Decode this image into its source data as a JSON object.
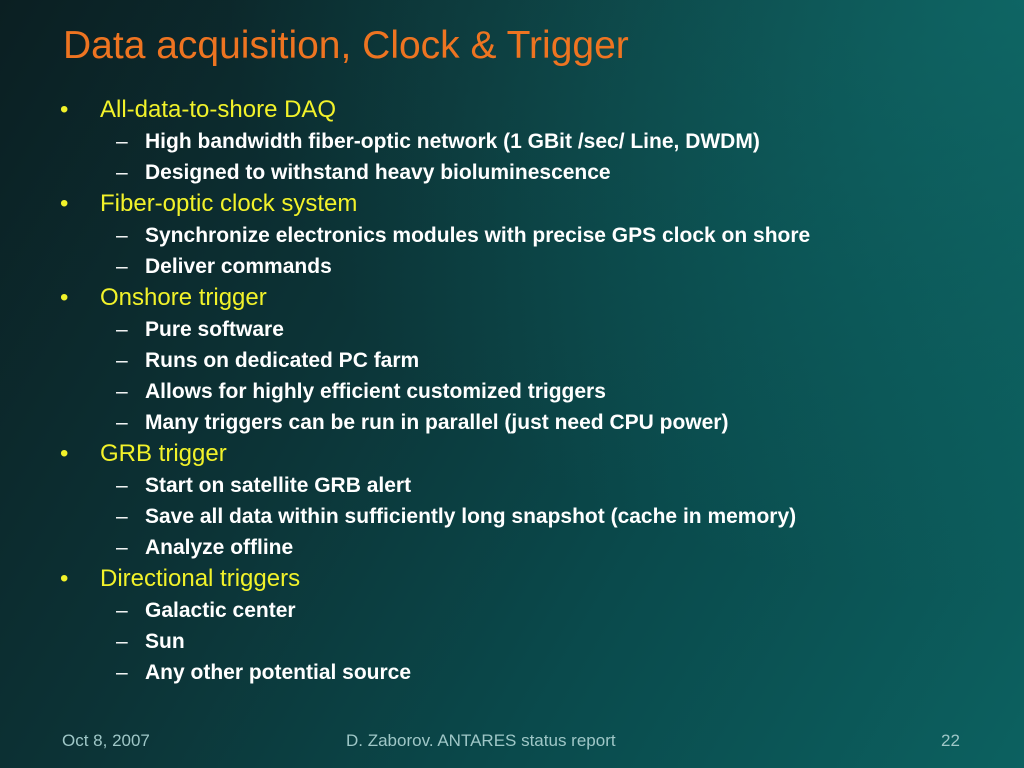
{
  "slide": {
    "title": "Data acquisition, Clock & Trigger",
    "bullet_symbol": "•",
    "sub_symbol": "–",
    "sections": [
      {
        "heading": "All-data-to-shore DAQ",
        "items": [
          "High bandwidth fiber-optic network (1 GBit /sec/ Line, DWDM)",
          "Designed to withstand heavy bioluminescence"
        ]
      },
      {
        "heading": "Fiber-optic clock system",
        "items": [
          "Synchronize electronics modules with precise GPS clock on shore",
          "Deliver commands"
        ]
      },
      {
        "heading": "Onshore trigger",
        "items": [
          "Pure software",
          "Runs on dedicated PC farm",
          "Allows for highly efficient customized triggers",
          "Many triggers can be run in parallel (just need CPU power)"
        ]
      },
      {
        "heading": "GRB trigger",
        "items": [
          "Start on satellite GRB alert",
          "Save all data within sufficiently long snapshot (cache in memory)",
          "Analyze offline"
        ]
      },
      {
        "heading": "Directional triggers",
        "items": [
          "Galactic center",
          "Sun",
          "Any other potential source"
        ]
      }
    ]
  },
  "footer": {
    "date": "Oct 8, 2007",
    "center": "D. Zaborov. ANTARES status report",
    "page_number": "22"
  },
  "colors": {
    "title": "#ee7421",
    "bullet": "#f2f22a",
    "sub_item": "#ffffff",
    "footer": "#9fc7c7"
  }
}
